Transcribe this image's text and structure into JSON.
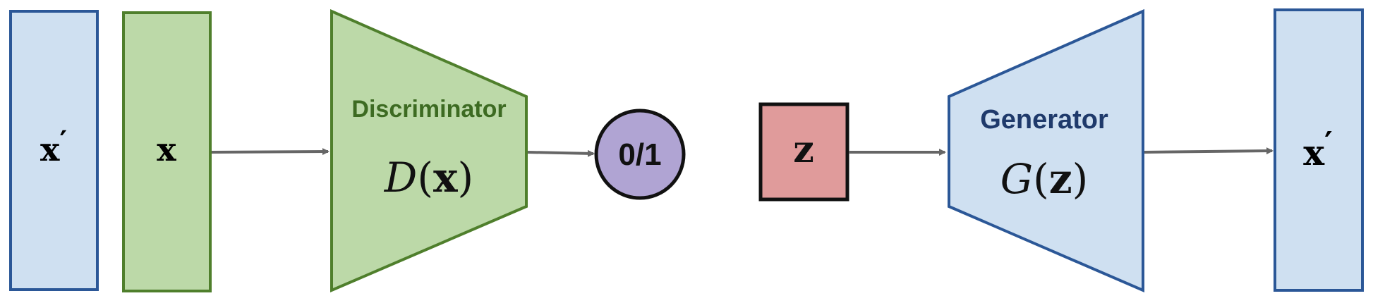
{
  "colors": {
    "blue_fill": "#cfe0f1",
    "blue_stroke": "#2b5797",
    "green_fill": "#bcd9a8",
    "green_stroke": "#4f7f2c",
    "red_fill": "#e09b9b",
    "purple_fill": "#b0a4d3",
    "arrow": "#666666",
    "black": "#111111",
    "green_text": "#3d6b22",
    "blue_text": "#1f3a6b"
  },
  "discriminator_side": {
    "fake_box": {
      "symbol": "x",
      "prime": "′"
    },
    "real_box": {
      "symbol": "x"
    },
    "network": {
      "label": "Discriminator",
      "func_name": "D",
      "func_open": "(",
      "func_arg": "x",
      "func_close": ")"
    },
    "output": {
      "label": "0/1"
    }
  },
  "generator_side": {
    "noise_box": {
      "symbol": "z"
    },
    "network": {
      "label": "Generator",
      "func_name": "G",
      "func_open": "(",
      "func_arg": "z",
      "func_close": ")"
    },
    "output_box": {
      "symbol": "x",
      "prime": "′"
    }
  }
}
